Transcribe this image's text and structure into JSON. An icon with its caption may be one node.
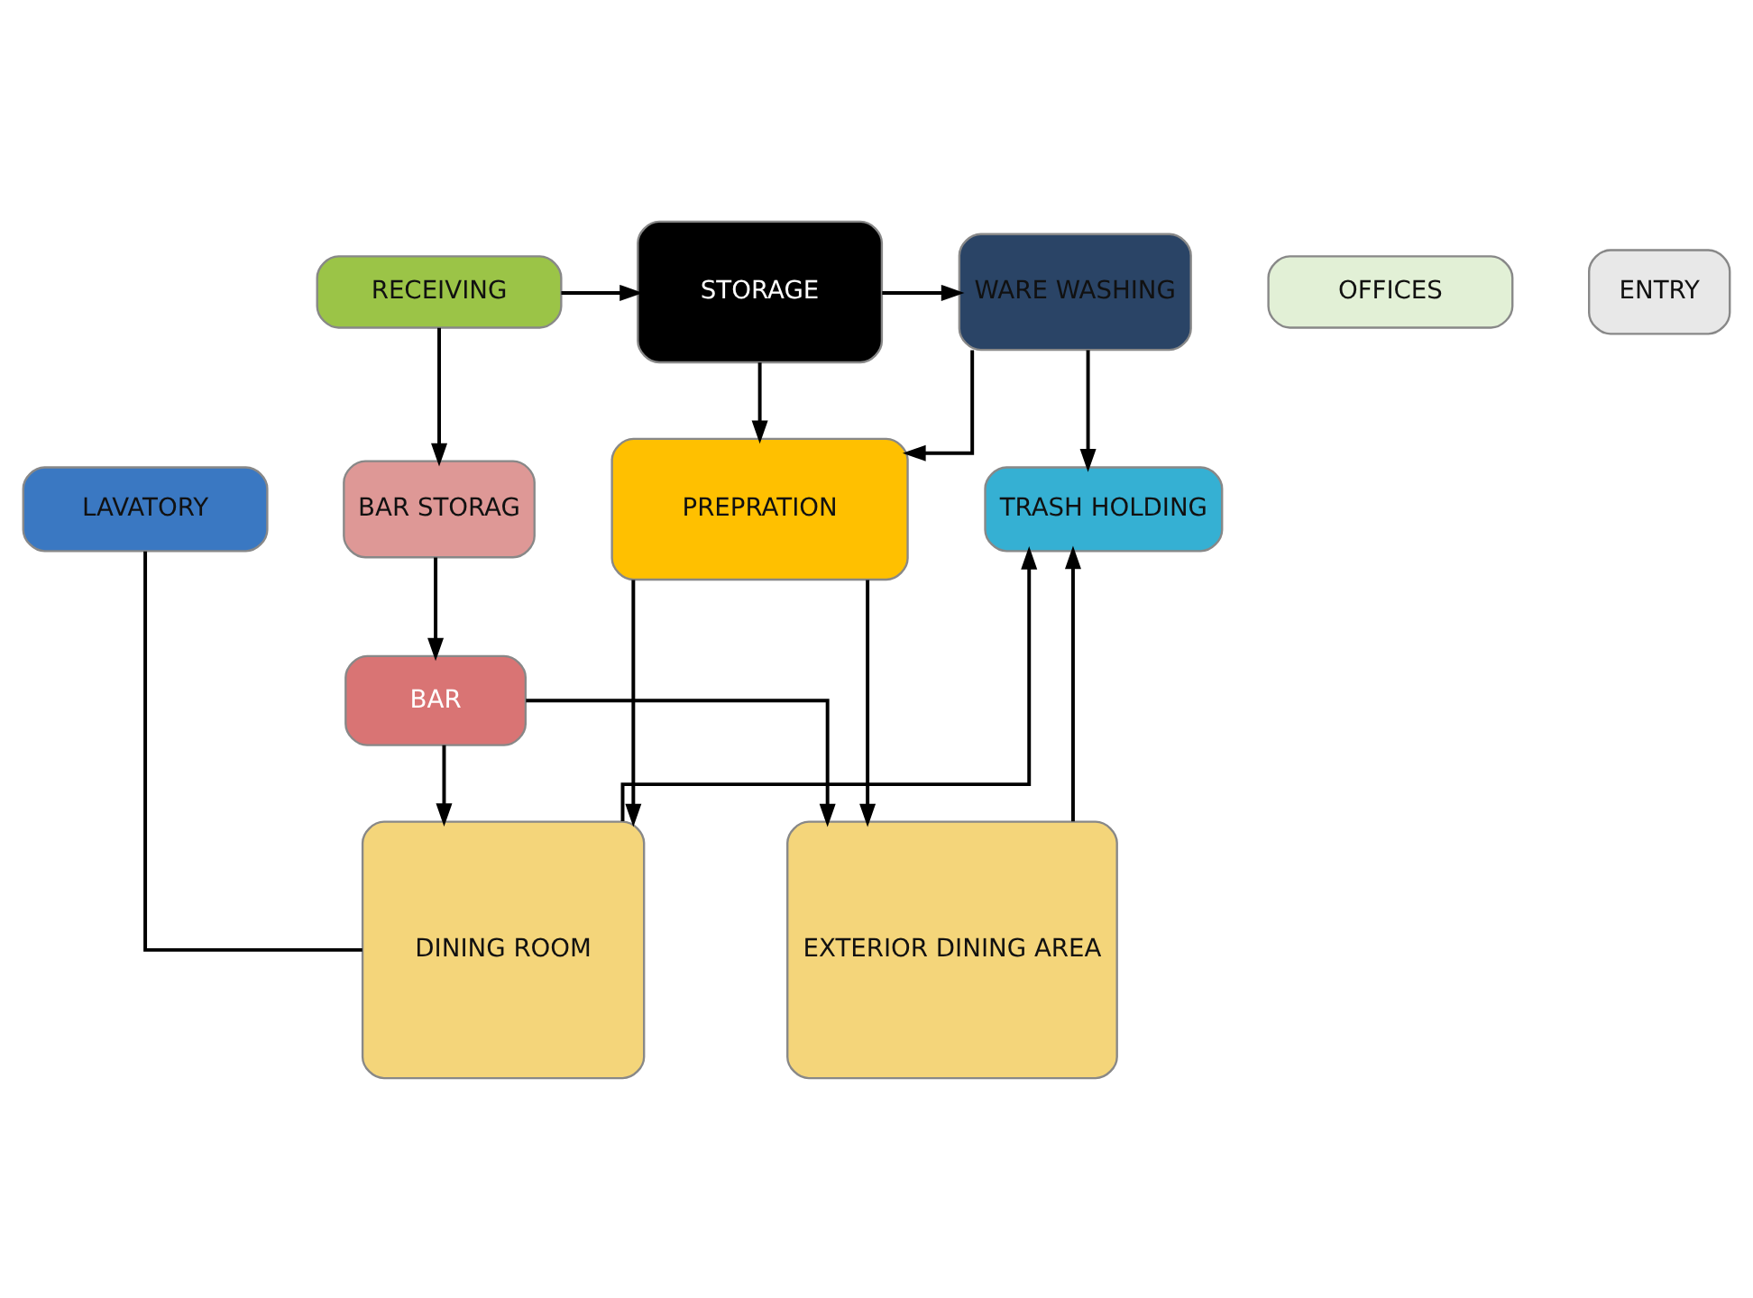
{
  "diagram": {
    "nodes": [
      {
        "text": [
          "RECEIVING"
        ]
      },
      {
        "text": [
          "STORAGE"
        ]
      },
      {
        "text": [
          "WARE WASHING"
        ]
      },
      {
        "text": [
          "OFFICES"
        ]
      },
      {
        "text": [
          "TRASH HOLDING"
        ]
      },
      {
        "text": [
          "BAR STORAG"
        ]
      },
      {
        "text": [
          "LAVATORY"
        ]
      },
      {
        "text": [
          "PREPRATION"
        ]
      },
      {
        "text": [
          "BAR"
        ]
      },
      {
        "text": [
          "DINING ROOM"
        ]
      },
      {
        "text": [
          "EXTERIOR DINING AREA"
        ]
      },
      {
        "text": [
          "ENTRY"
        ]
      }
    ],
    "edges": [
      {
        "from": 0,
        "to": 1,
        "arrow": "to"
      },
      {
        "from": 0,
        "to": 5,
        "arrow": "to"
      },
      {
        "from": 1,
        "to": 2,
        "arrow": "to"
      },
      {
        "from": 1,
        "to": 7,
        "arrow": "to"
      },
      {
        "from": 2,
        "to": 7,
        "arrow": "to"
      },
      {
        "from": 2,
        "to": 4,
        "arrow": "to"
      },
      {
        "from": 6,
        "to": 9,
        "arrow": "none"
      },
      {
        "from": 7,
        "to": 9,
        "arrow": "to"
      },
      {
        "from": 7,
        "to": 10,
        "arrow": "to"
      },
      {
        "from": 5,
        "to": 8,
        "arrow": "to"
      },
      {
        "from": 8,
        "to": 9,
        "arrow": "to"
      },
      {
        "from": 8,
        "to": 10,
        "arrow": "to"
      },
      {
        "from": 9,
        "to": 4,
        "arrow": "to"
      },
      {
        "from": 10,
        "to": 4,
        "arrow": "to"
      }
    ]
  }
}
